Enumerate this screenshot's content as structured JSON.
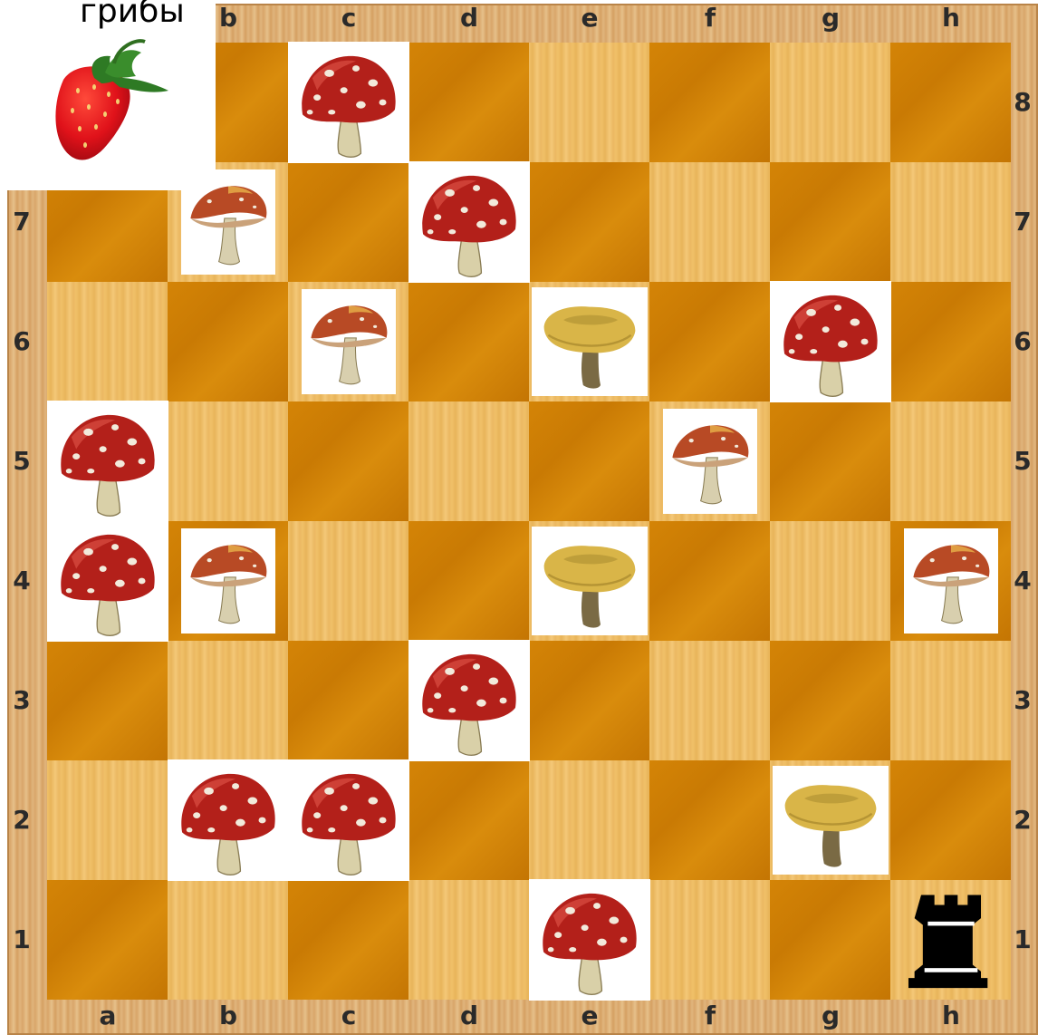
{
  "title": "грибы",
  "files": [
    "a",
    "b",
    "c",
    "d",
    "e",
    "f",
    "g",
    "h"
  ],
  "ranks": [
    "8",
    "7",
    "6",
    "5",
    "4",
    "3",
    "2",
    "1"
  ],
  "colors": {
    "light_square": "#f0c068",
    "dark_square": "#d48406",
    "frame": "#e0b47c",
    "fly_agaric_cap": "#b3201a",
    "brown_mushroom_cap": "#b84a25",
    "yellow_mushroom_cap": "#d9b548",
    "rook": "#000000"
  },
  "pieces": [
    {
      "square": "c8",
      "icon": "fly-agaric-icon"
    },
    {
      "square": "b7",
      "icon": "brown-mushroom-icon"
    },
    {
      "square": "d7",
      "icon": "fly-agaric-icon"
    },
    {
      "square": "c6",
      "icon": "brown-mushroom-icon"
    },
    {
      "square": "e6",
      "icon": "yellow-mushroom-icon"
    },
    {
      "square": "g6",
      "icon": "fly-agaric-icon"
    },
    {
      "square": "a5",
      "icon": "fly-agaric-icon"
    },
    {
      "square": "f5",
      "icon": "brown-mushroom-icon"
    },
    {
      "square": "a4",
      "icon": "fly-agaric-icon"
    },
    {
      "square": "b4",
      "icon": "brown-mushroom-icon"
    },
    {
      "square": "e4",
      "icon": "yellow-mushroom-icon"
    },
    {
      "square": "h4",
      "icon": "brown-mushroom-icon"
    },
    {
      "square": "d3",
      "icon": "fly-agaric-icon"
    },
    {
      "square": "b2",
      "icon": "fly-agaric-icon"
    },
    {
      "square": "c2",
      "icon": "fly-agaric-icon"
    },
    {
      "square": "g2",
      "icon": "yellow-mushroom-icon"
    },
    {
      "square": "e1",
      "icon": "fly-agaric-icon"
    },
    {
      "square": "h1",
      "icon": "black-rook-icon"
    }
  ],
  "strawberry_icon": "strawberry-icon"
}
